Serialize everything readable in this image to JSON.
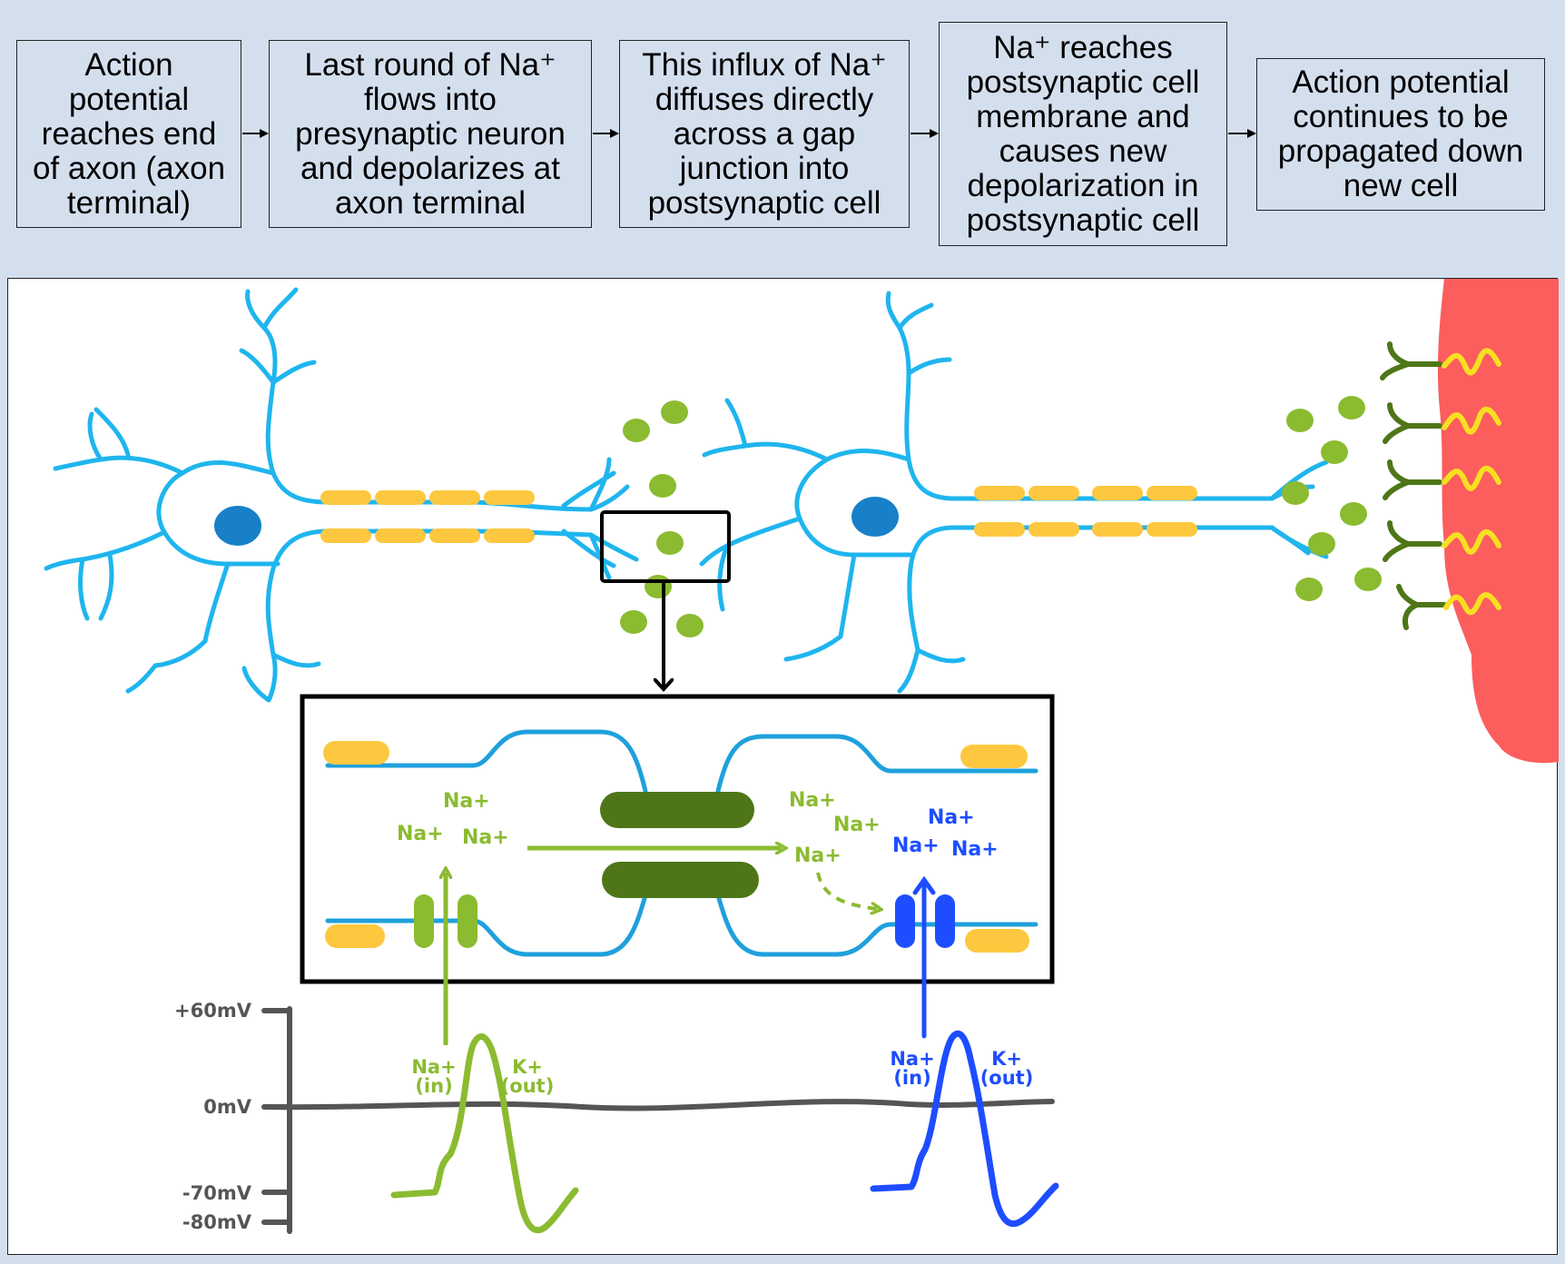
{
  "flow": {
    "steps": [
      {
        "lines": [
          "Action",
          "potential",
          "reaches end",
          "of axon (axon",
          "terminal)"
        ]
      },
      {
        "lines": [
          "Last round of Na⁺",
          "flows into",
          "presynaptic neuron",
          "and depolarizes at",
          "axon terminal"
        ]
      },
      {
        "lines": [
          "This influx of Na⁺",
          "diffuses directly",
          "across a gap",
          "junction into",
          "postsynaptic cell"
        ]
      },
      {
        "lines": [
          "Na⁺ reaches",
          "postsynaptic cell",
          "membrane and",
          "causes new",
          "depolarization in",
          "postsynaptic cell"
        ]
      },
      {
        "lines": [
          "Action potential",
          "continues to be",
          "propagated down",
          "new cell"
        ]
      }
    ]
  },
  "inset": {
    "ion_label": "Na+",
    "left_ions": [
      "Na+",
      "Na+",
      "Na+"
    ],
    "middle_ions": [
      "Na+",
      "Na+",
      "Na+"
    ],
    "right_ions": [
      "Na+",
      "Na+",
      "Na+"
    ]
  },
  "graph": {
    "y_ticks": [
      "+60mV",
      "0mV",
      "-70mV",
      "-80mV"
    ],
    "left_trace": {
      "in_label": [
        "Na+",
        "(in)"
      ],
      "out_label": [
        "K+",
        "(out)"
      ],
      "color": "#8bbb30"
    },
    "right_trace": {
      "in_label": [
        "Na+",
        "(in)"
      ],
      "out_label": [
        "K+",
        "(out)"
      ],
      "color": "#1e4dff"
    }
  },
  "colors": {
    "neuron": "#1fb5ee",
    "myelin": "#fdc840",
    "nucleus": "#1780c8",
    "ion_dot": "#8bbb30",
    "gap_junction": "#4e7618",
    "receptor": "#4e7618",
    "target_cell": "#fc5d5d",
    "signal": "#f6e021",
    "background": "#d4dfee"
  }
}
